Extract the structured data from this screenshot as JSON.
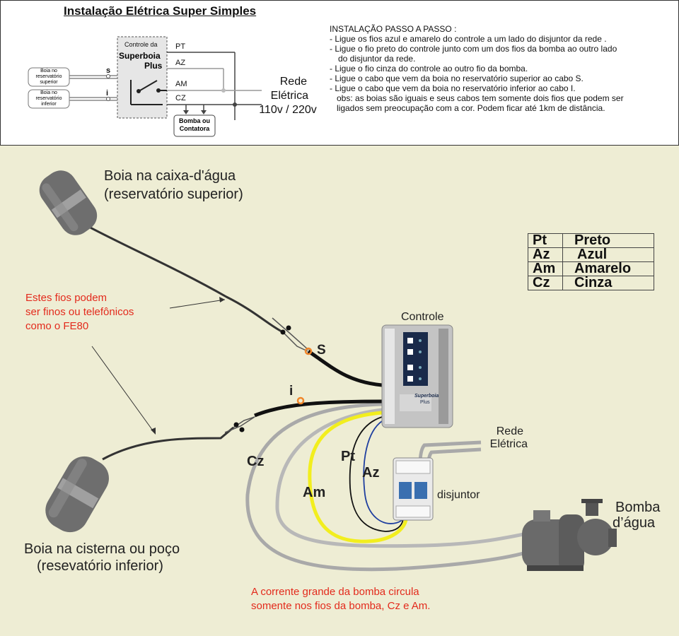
{
  "header": {
    "title": "Instalação Elétrica Super Simples",
    "steps_title": "INSTALAÇÃO PASSO A PASSO :",
    "steps": [
      "- Ligue os fios azul e amarelo do controle  a um lado do disjuntor da rede .",
      "- Ligue o fio preto do controle junto com um dos fios da bomba ao outro lado",
      "   do disjuntor da rede.",
      "- Ligue o fio cinza do controle ao outro fio da bomba.",
      "- Ligue o cabo que vem da boia no reservatório superior ao cabo S.",
      "- Ligue o cabo que vem da boia no reservatório inferior ao cabo I.",
      "obs: as boias são iguais e seus cabos tem somente dois fios que podem ser",
      "ligados sem preocupação com a cor. Podem ficar até 1km de distância."
    ]
  },
  "schematic": {
    "controller_caption": "Controle da",
    "controller_name_1": "Superboia",
    "controller_name_2": "Plus",
    "terminal_pt": "PT",
    "terminal_az": "AZ",
    "terminal_am": "AM",
    "terminal_cz": "CZ",
    "terminal_s": "s",
    "terminal_i": "i",
    "float_upper_1": "Boia no",
    "float_upper_2": "reservatório",
    "float_upper_3": "superior",
    "float_lower_1": "Boia no",
    "float_lower_2": "reservatório",
    "float_lower_3": "inferior",
    "pump_box_1": "Bomba ou",
    "pump_box_2": "Contatora",
    "grid_1": "Rede",
    "grid_2": "Elétrica",
    "grid_3": "110v / 220v"
  },
  "illustration": {
    "float_upper_1": "Boia na caixa-d'água",
    "float_upper_2": "(reservatório superior)",
    "float_lower_1": "Boia na cisterna ou poço",
    "float_lower_2": "(resevatório inferior)",
    "note_wires_1": "Estes fios podem",
    "note_wires_2": "ser finos ou telefônicos",
    "note_wires_3": "como o FE80",
    "controller_label": "Controle",
    "label_s": "S",
    "label_i": "i",
    "label_cz": "Cz",
    "label_am": "Am",
    "label_pt": "Pt",
    "label_az": "Az",
    "breaker_label": "disjuntor",
    "grid_1": "Rede",
    "grid_2": "Elétrica",
    "pump_1": "Bomba",
    "pump_2": "d’água",
    "note_current_1": "A corrente grande da bomba circula",
    "note_current_2": "somente nos fios da bomba, Cz e Am.",
    "device_brand": "Superboia",
    "device_model": "Plus"
  },
  "color_legend": [
    {
      "code": "Pt",
      "name": "Preto"
    },
    {
      "code": "Az",
      "name": "Azul"
    },
    {
      "code": "Am",
      "name": "Amarelo"
    },
    {
      "code": "Cz",
      "name": "Cinza"
    }
  ],
  "colors": {
    "background": "#eeedd4",
    "wire_yellow": "#f2ee1e",
    "wire_gray": "#a9a9a9",
    "wire_blue": "#1f3f9f",
    "wire_black": "#111111",
    "note_red": "#e32a1c",
    "terminal_orange": "#f0862a"
  }
}
